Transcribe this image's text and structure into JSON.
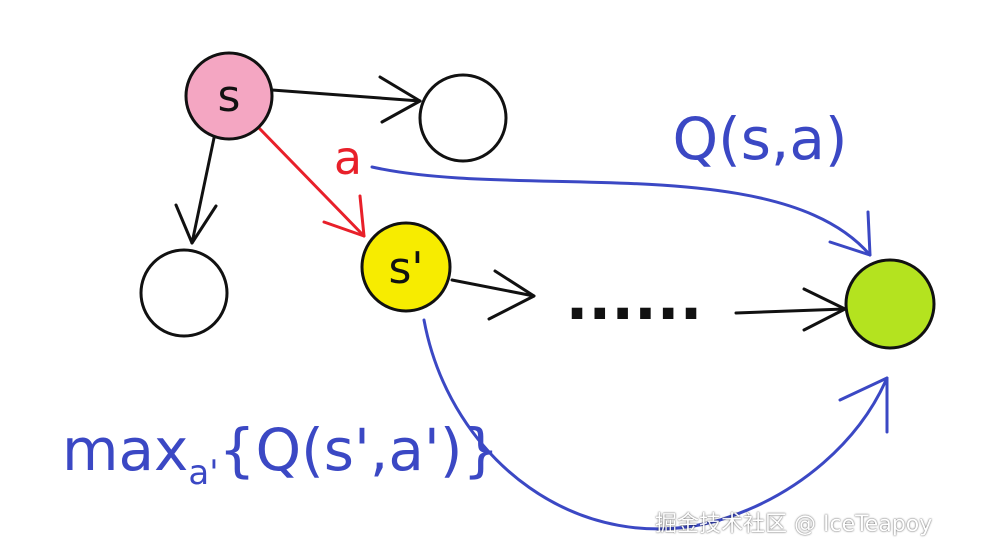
{
  "nodes": {
    "s": {
      "label": "s",
      "fill": "#f4a6c2"
    },
    "s_prime": {
      "label": "s'",
      "fill": "#f7ec00"
    },
    "terminal": {
      "fill": "#b4e31f"
    }
  },
  "edges": {
    "action_label": "a",
    "action_color": "#e8202a",
    "ellipsis": "······"
  },
  "annotations": {
    "q_value": "Q(s,a)",
    "max_prefix": "max",
    "max_subscript": "a'",
    "max_suffix": "{Q(s',a')}",
    "color": "#3b48c4"
  },
  "watermark": "掘金技术社区 @ IceTeapoy"
}
